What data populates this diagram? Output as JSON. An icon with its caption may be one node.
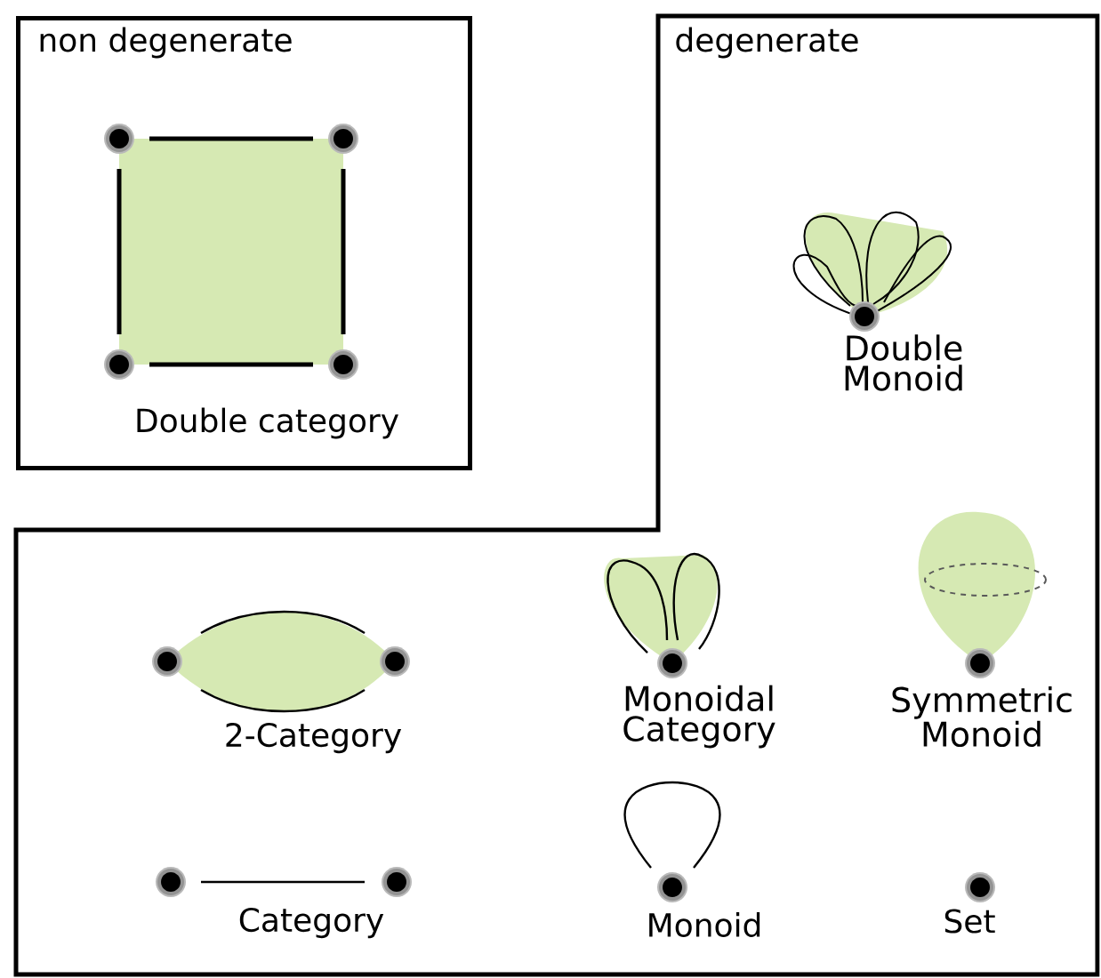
{
  "diagram": {
    "nodes": [
      {
        "text": [
          "non degenerate"
        ]
      },
      {
        "text": [
          "degenerate"
        ]
      },
      {
        "text": [
          "Double category"
        ],
        "in": 0
      },
      {
        "text": [
          "Double Monoid"
        ],
        "in": 1
      },
      {
        "text": [
          "2-Category"
        ],
        "in": 1
      },
      {
        "text": [
          "Monoidal Category"
        ],
        "in": 1
      },
      {
        "text": [
          "Symmetric Monoid"
        ],
        "in": 1
      },
      {
        "text": [
          "Category"
        ],
        "in": 1
      },
      {
        "text": [
          "Monoid"
        ],
        "in": 1
      },
      {
        "text": [
          "Set"
        ],
        "in": 1
      }
    ]
  }
}
